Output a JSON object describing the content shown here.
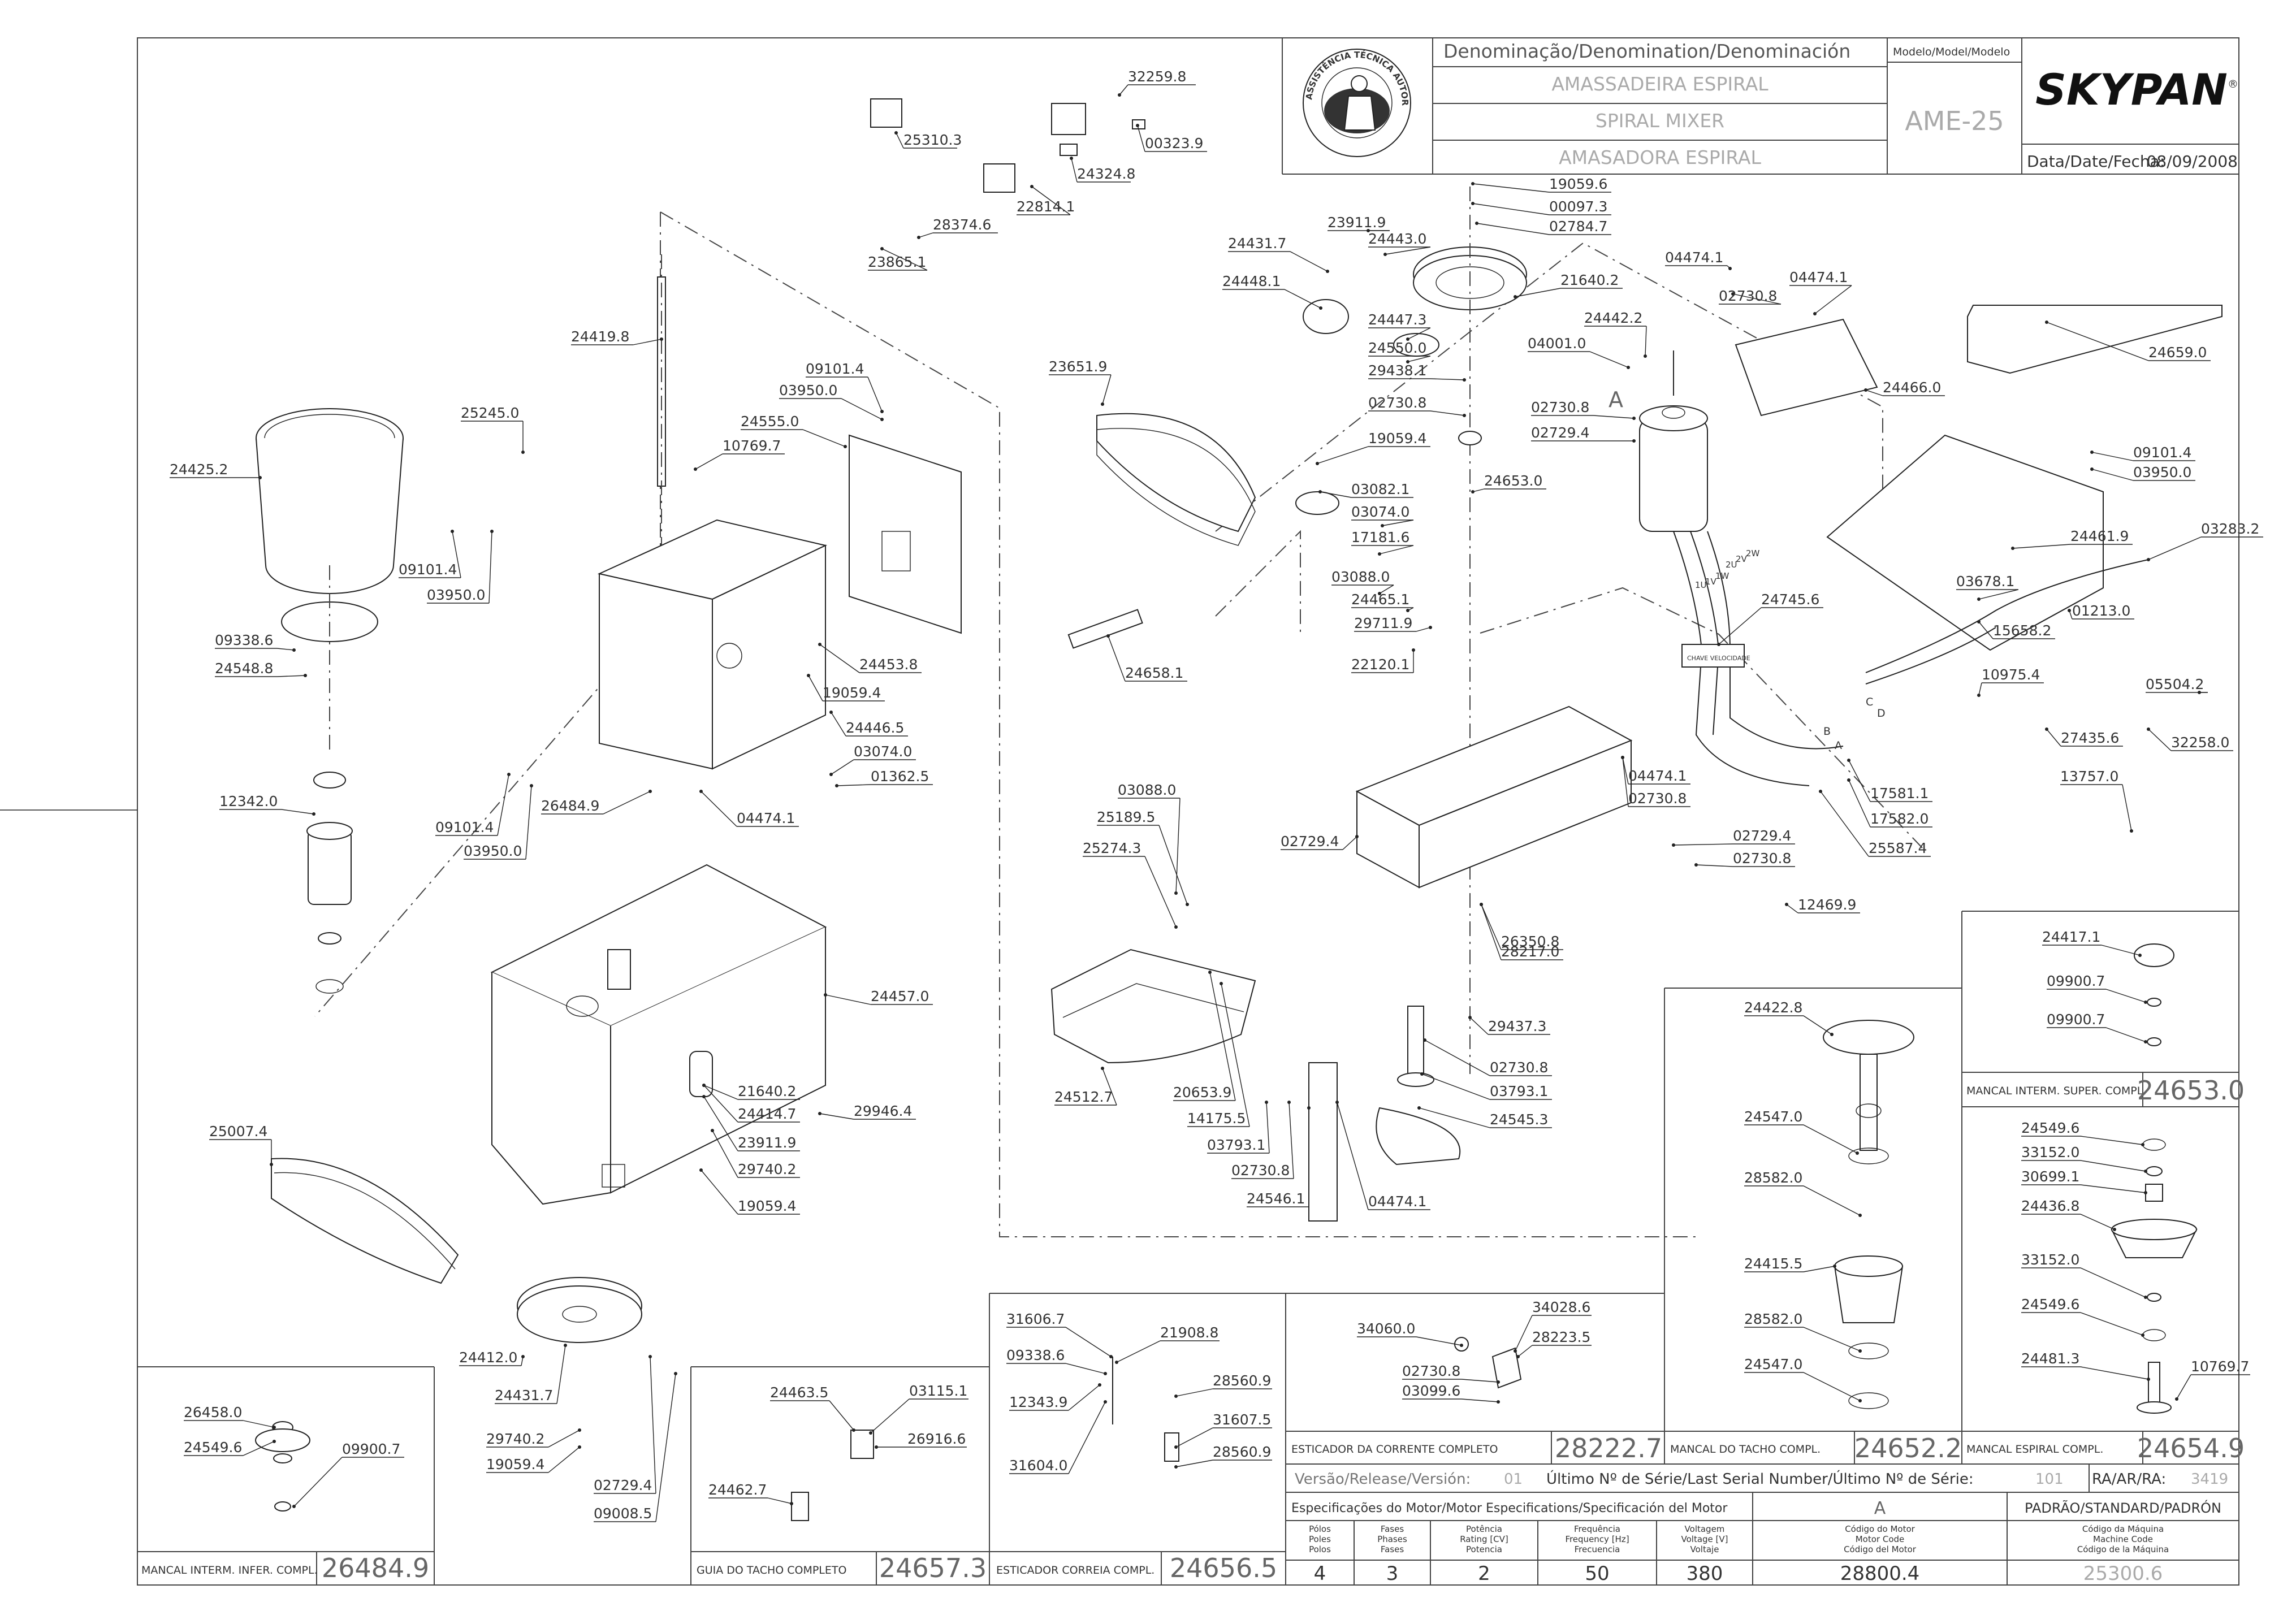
{
  "title_block": {
    "header": "Denominação/Denomination/Denominación",
    "name_pt": "AMASSADEIRA ESPIRAL",
    "name_en": "SPIRAL MIXER",
    "name_es": "AMASADORA ESPIRAL",
    "model_header": "Modelo/Model/Modelo",
    "model": "AME-25",
    "brand": "SKYPAN",
    "brand_mark": "®",
    "date_label": "Data/Date/Fecha:",
    "date": "08/09/2008",
    "seal_text": "ASSISTÊNCIA TÉCNICA AUTORIZADA"
  },
  "labels": [
    "32259.8",
    "25310.3",
    "00323.9",
    "24324.8",
    "22814.1",
    "28374.6",
    "23865.1",
    "24419.8",
    "09101.4",
    "03950.0",
    "24555.0",
    "10769.7",
    "25245.0",
    "24425.2",
    "09101.4",
    "03950.0",
    "09338.6",
    "24548.8",
    "24453.8",
    "19059.4",
    "24446.5",
    "03074.0",
    "01362.5",
    "12342.0",
    "09101.4",
    "03950.0",
    "26484.9",
    "04474.1",
    "24457.0",
    "21640.2",
    "24414.7",
    "23911.9",
    "29740.2",
    "19059.4",
    "29946.4",
    "25007.4",
    "24412.0",
    "24431.7",
    "29740.2",
    "19059.4",
    "02729.4",
    "09008.5",
    "19059.6",
    "00097.3",
    "02784.7",
    "23911.9",
    "24443.0",
    "24431.7",
    "24448.1",
    "21640.2",
    "24447.3",
    "24550.0",
    "29438.1",
    "02730.8",
    "19059.4",
    "24653.0",
    "03082.1",
    "03074.0",
    "17181.6",
    "03088.0",
    "24465.1",
    "29711.9",
    "22120.1",
    "23651.9",
    "24658.1",
    "04474.1",
    "02730.8",
    "04474.1",
    "24442.2",
    "04001.0",
    "02730.8",
    "02729.4",
    "24466.0",
    "24659.0",
    "09101.4",
    "03950.0",
    "24461.9",
    "03283.2",
    "03678.1",
    "01213.0",
    "15658.2",
    "24745.6",
    "10975.4",
    "05504.2",
    "27435.6",
    "32258.0",
    "13757.0",
    "04474.1",
    "02730.8",
    "17581.1",
    "17582.0",
    "25587.4",
    "02729.4",
    "02730.8",
    "12469.9",
    "03088.0",
    "25189.5",
    "25274.3",
    "02729.4",
    "28217.0",
    "26350.8",
    "29437.3",
    "02730.8",
    "03793.1",
    "24545.3",
    "24512.7",
    "20653.9",
    "14175.5",
    "03793.1",
    "02730.8",
    "24546.1",
    "04474.1"
  ],
  "wires": [
    "1U",
    "1V",
    "1W",
    "2U",
    "2V",
    "2W"
  ],
  "terminal_box": "CHAVE VELOCIDADE",
  "connectors": [
    "A",
    "B",
    "C",
    "D"
  ],
  "callout_A": "A",
  "subassemblies": {
    "intermedio_inferior": {
      "labels": [
        "26458.0",
        "24549.6",
        "09900.7"
      ],
      "caption": "MANCAL INTERM. INFER. COMPL.",
      "code": "26484.9"
    },
    "guia_tacho": {
      "labels": [
        "24463.5",
        "03115.1",
        "26916.6",
        "24462.7"
      ],
      "caption": "GUIA DO TACHO COMPLETO",
      "code": "24657.3"
    },
    "esticador_correia": {
      "labels": [
        "31606.7",
        "21908.8",
        "09338.6",
        "12343.9",
        "31604.0",
        "28560.9",
        "31607.5",
        "28560.9"
      ],
      "caption": "ESTICADOR CORREIA COMPL.",
      "code": "24656.5"
    },
    "esticador_corrente": {
      "labels": [
        "34060.0",
        "34028.6",
        "28223.5",
        "02730.8",
        "03099.6"
      ],
      "caption": "ESTICADOR DA CORRENTE COMPLETO",
      "code": "28222.7"
    },
    "tacho": {
      "labels": [
        "24422.8",
        "24547.0",
        "28582.0",
        "24415.5",
        "28582.0",
        "24547.0"
      ],
      "caption": "MANCAL DO TACHO COMPL.",
      "code": "24652.2"
    },
    "intermedio_superior": {
      "labels": [
        "24417.1",
        "09900.7",
        "09900.7"
      ],
      "caption": "MANCAL INTERM. SUPER. COMPL.",
      "code": "24653.0"
    },
    "espiral": {
      "labels": [
        "24549.6",
        "33152.0",
        "30699.1",
        "24436.8",
        "33152.0",
        "24549.6",
        "24481.3",
        "10769.7"
      ],
      "caption": "MANCAL ESPIRAL COMPL.",
      "code": "24654.9"
    }
  },
  "bottom_block": {
    "version_label": "Versão/Release/Versión:",
    "version": "01",
    "serial_label": "Último Nº de Série/Last Serial Number/Último Nº de Série:",
    "serial": "101",
    "ra_label": "RA/AR/RA:",
    "ra": "3419",
    "motor_spec_label": "Especificações do Motor/Motor Especifications/Specificación del Motor",
    "motor_letter": "A",
    "standard_label": "PADRÃO/STANDARD/PADRÓN",
    "columns": [
      {
        "head": [
          "Pólos",
          "Poles",
          "Polos"
        ],
        "value": "4"
      },
      {
        "head": [
          "Fases",
          "Phases",
          "Fases"
        ],
        "value": "3"
      },
      {
        "head": [
          "Potência",
          "Rating [CV]",
          "Potencia"
        ],
        "value": "2"
      },
      {
        "head": [
          "Frequência",
          "Frequency [Hz]",
          "Frecuencia"
        ],
        "value": "50"
      },
      {
        "head": [
          "Voltagem",
          "Voltage [V]",
          "Voltaje"
        ],
        "value": "380"
      },
      {
        "head": [
          "Código do Motor",
          "Motor Code",
          "Código del Motor"
        ],
        "value": "28800.4"
      },
      {
        "head": [
          "Código da Máquina",
          "Machine Code",
          "Código de la Máquina"
        ],
        "value": "25300.6"
      }
    ]
  },
  "colors": {
    "line": "#222222",
    "text": "#333333",
    "muted": "#999999"
  }
}
